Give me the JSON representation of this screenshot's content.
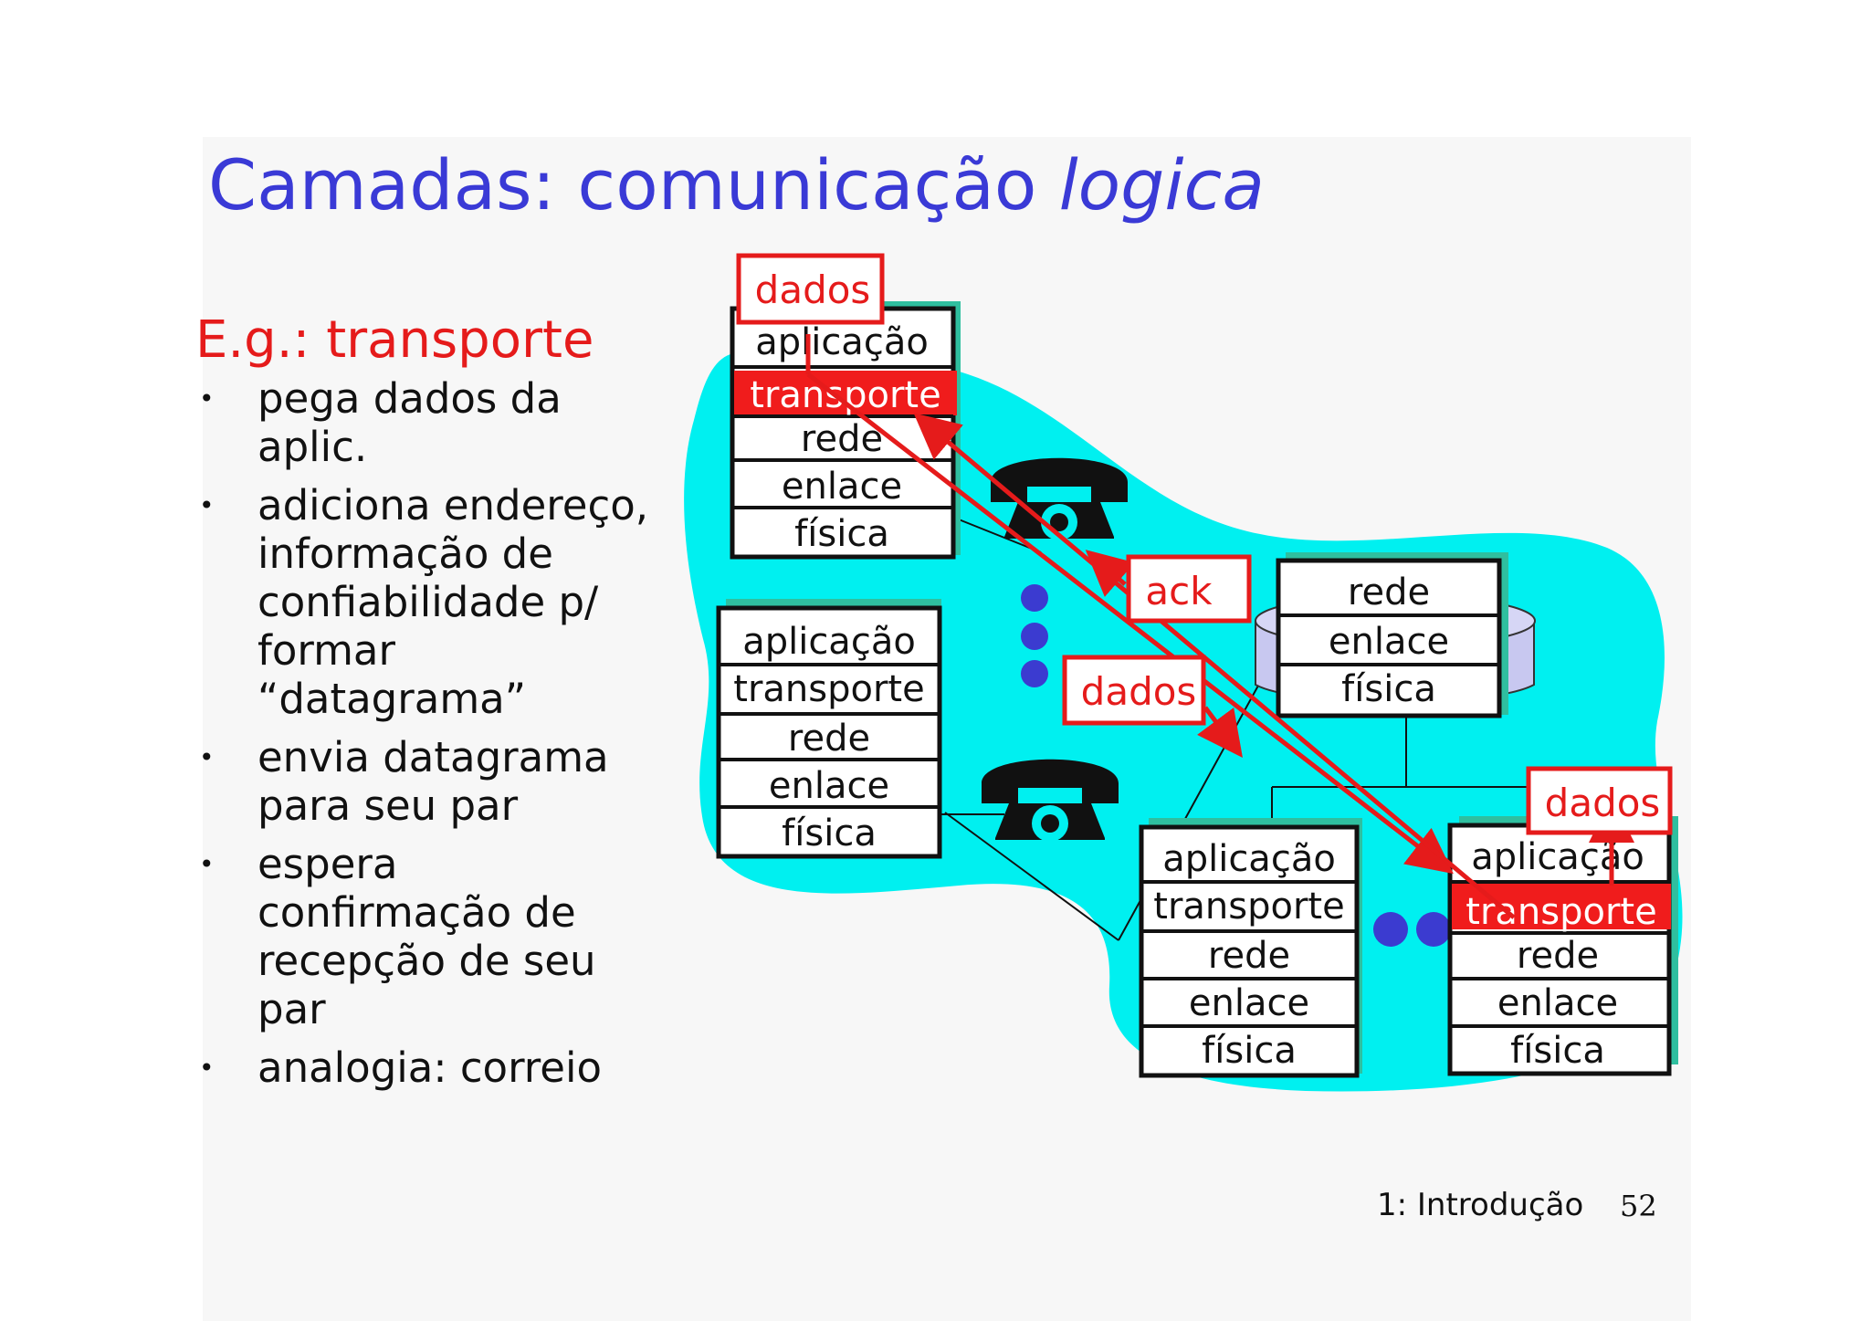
{
  "title": {
    "main": "Camadas: comunicação ",
    "italic": "logica"
  },
  "subtitle": "E.g.: transporte",
  "bullets": [
    "pega dados da\naplic.",
    "adiciona endereço,\ninformação de\nconfiabilidade p/\nformar\n“datagrama”",
    "envia datagrama\npara seu par",
    "espera\nconfirmação de\nrecepção de seu\npar",
    "analogia: correio"
  ],
  "stacks": {
    "top_left": [
      "aplicação",
      "transporte",
      "rede",
      "enlace",
      "física"
    ],
    "middle_left": [
      "aplicação",
      "transporte",
      "rede",
      "enlace",
      "física"
    ],
    "router": [
      "rede",
      "enlace",
      "física"
    ],
    "bottom_middle": [
      "aplicação",
      "transporte",
      "rede",
      "enlace",
      "física"
    ],
    "bottom_right": [
      "aplicação",
      "transporte",
      "rede",
      "enlace",
      "física"
    ]
  },
  "labels": {
    "dados_top": "dados",
    "ack": "ack",
    "dados_middle": "dados",
    "dados_right": "dados"
  },
  "footer": {
    "section": "1: Introdução",
    "page": "52"
  },
  "colors": {
    "title": "#3a3ad6",
    "accent": "#e51b1b",
    "cloud": "#00f0f0",
    "dots": "#3b3bd0"
  },
  "icons": [
    "telephone-icon",
    "telephone-icon"
  ]
}
